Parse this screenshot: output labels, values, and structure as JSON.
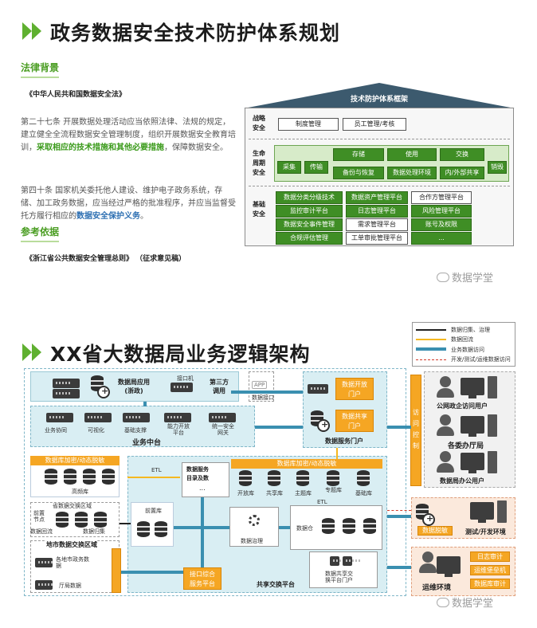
{
  "section1": {
    "title": "政务数据安全技术防护体系规划",
    "legal_heading": "法律背景",
    "law1_title": "《中华人民共和国数据安全法》",
    "para1_a": "第二十七条   开展数据处理活动应当依照法律、法规的规定，建立健全全流程数据安全管理制度，组织开展数据安全教育培训，",
    "para1_hl": "采取相应的技术措施和其他必要措施",
    "para1_b": "，保障数据安全。",
    "para2_a": "第四十条   国家机关委托他人建设、维护电子政务系统，存储、加工政务数据，应当经过严格的批准程序，并应当监督受托方履行相应的",
    "para2_hl": "数据安全保护义务",
    "para2_b": "。",
    "reference_heading": "参考依据",
    "law2_title": "《浙江省公共数据安全管理总则》 （征求意见稿）"
  },
  "framework": {
    "title": "技术防护体系框架",
    "row1_label": "战略\n安全",
    "row1_items": [
      "制度管理",
      "员工管理/考核"
    ],
    "row2_label": "生命\n周期\n安全",
    "row2_left": [
      "采集",
      "传输"
    ],
    "row2_top": [
      "存储",
      "使用",
      "交换"
    ],
    "row2_bottom": [
      "备份与恢复",
      "数据处理环境",
      "内/外部共享"
    ],
    "row2_right": "销毁",
    "row3_label": "基础\n安全",
    "row3_grid": [
      [
        "数据分类分级技术",
        "数据资产管理平台",
        "合作方管理平台"
      ],
      [
        "监控审计平台",
        "日志管理平台",
        "风险管理平台"
      ],
      [
        "数据安全事件管理",
        "需求管理平台",
        "账号及权限"
      ],
      [
        "合规评估管理",
        "工单审批管理平台",
        "..."
      ]
    ]
  },
  "watermark": "数据学堂",
  "section2": {
    "title": "XX省大数据局业务逻辑架构",
    "legend": [
      "数据归集、治理",
      "数据回流",
      "业务数据访问",
      "开发/测试/运维数据访问"
    ],
    "top_apps": {
      "app1": "数据局应用\n(浙政)",
      "app1_prefix": "",
      "apps_tag": "接口机",
      "third_party": "第三方\n调用",
      "app_box": "APP",
      "app_caption": "数据接口"
    },
    "middle_platform": {
      "title": "业务中台",
      "items": [
        "业务协同",
        "可视化",
        "基础支撑",
        "能力开放\n平台",
        "统一安全\n网关"
      ]
    },
    "service_portal": {
      "title": "数据服务门户",
      "open_portal": "数据开放\n门户",
      "share_portal": "数据共享\n门户"
    },
    "access_ctrl": "访问控制",
    "users": [
      "公网政企访问用户",
      "各委办厅局",
      "数据局办公用户"
    ],
    "left_strip": "数据库加密/动态脱敏",
    "left_db_label": "高频库",
    "right_strip": "数据库加密/动态脱敏",
    "etl1": "ETL",
    "etl2": "ETL",
    "data_service_api": "数据服务\n目录及数",
    "data_service_dots": "...",
    "repos": [
      "开放库",
      "共享库",
      "主题库",
      "专题库",
      "基础库"
    ],
    "exchange_area": "省数据交换区域",
    "front_node": "前置\n节点",
    "recovery_dir": "数据回流",
    "collect_dir": "数据归集",
    "city_area": "地市数据交换区域",
    "city_db": "各地市政务数\n据",
    "dept_db": "厅局数据",
    "ods": "前置库",
    "governance": "数据治理",
    "warehouse": "数据仓",
    "sharing_platform": "共享交换平台",
    "sharing_portal": "数据共享交\n换平台门户",
    "interface_platform": "接口综合\n服务平台",
    "right_dev": {
      "label": "测试/开发环境",
      "orange": "数据脱敏"
    },
    "right_ops": {
      "label": "运维环境",
      "items": [
        "日志审计",
        "运维堡垒机",
        "数据库审计"
      ]
    }
  },
  "colors": {
    "accent_green": "#5fb030",
    "framework_green": "#3f8e25",
    "arch_orange": "#f5a623",
    "arch_blue_panel": "#d9eef3",
    "arch_arrow_blue": "#3a8fb0"
  }
}
